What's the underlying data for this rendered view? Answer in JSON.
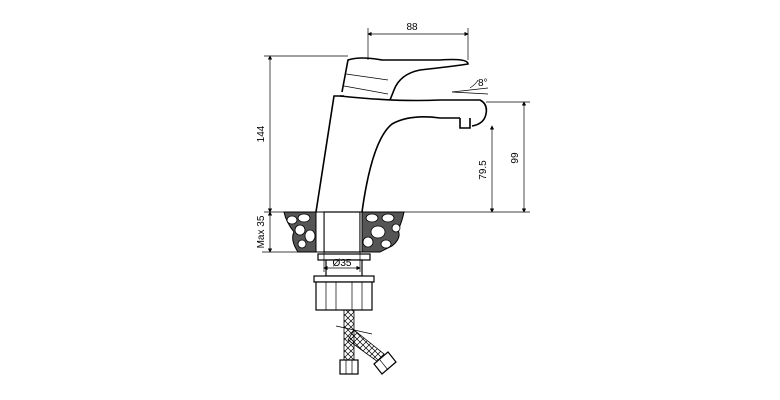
{
  "dimensions": {
    "lever_reach": "88",
    "lever_angle": "8°",
    "total_height": "144",
    "spout_height": "79.5",
    "outlet_height": "99",
    "max_counter_thickness": "Max 35",
    "hole_diameter": "Ø35"
  }
}
